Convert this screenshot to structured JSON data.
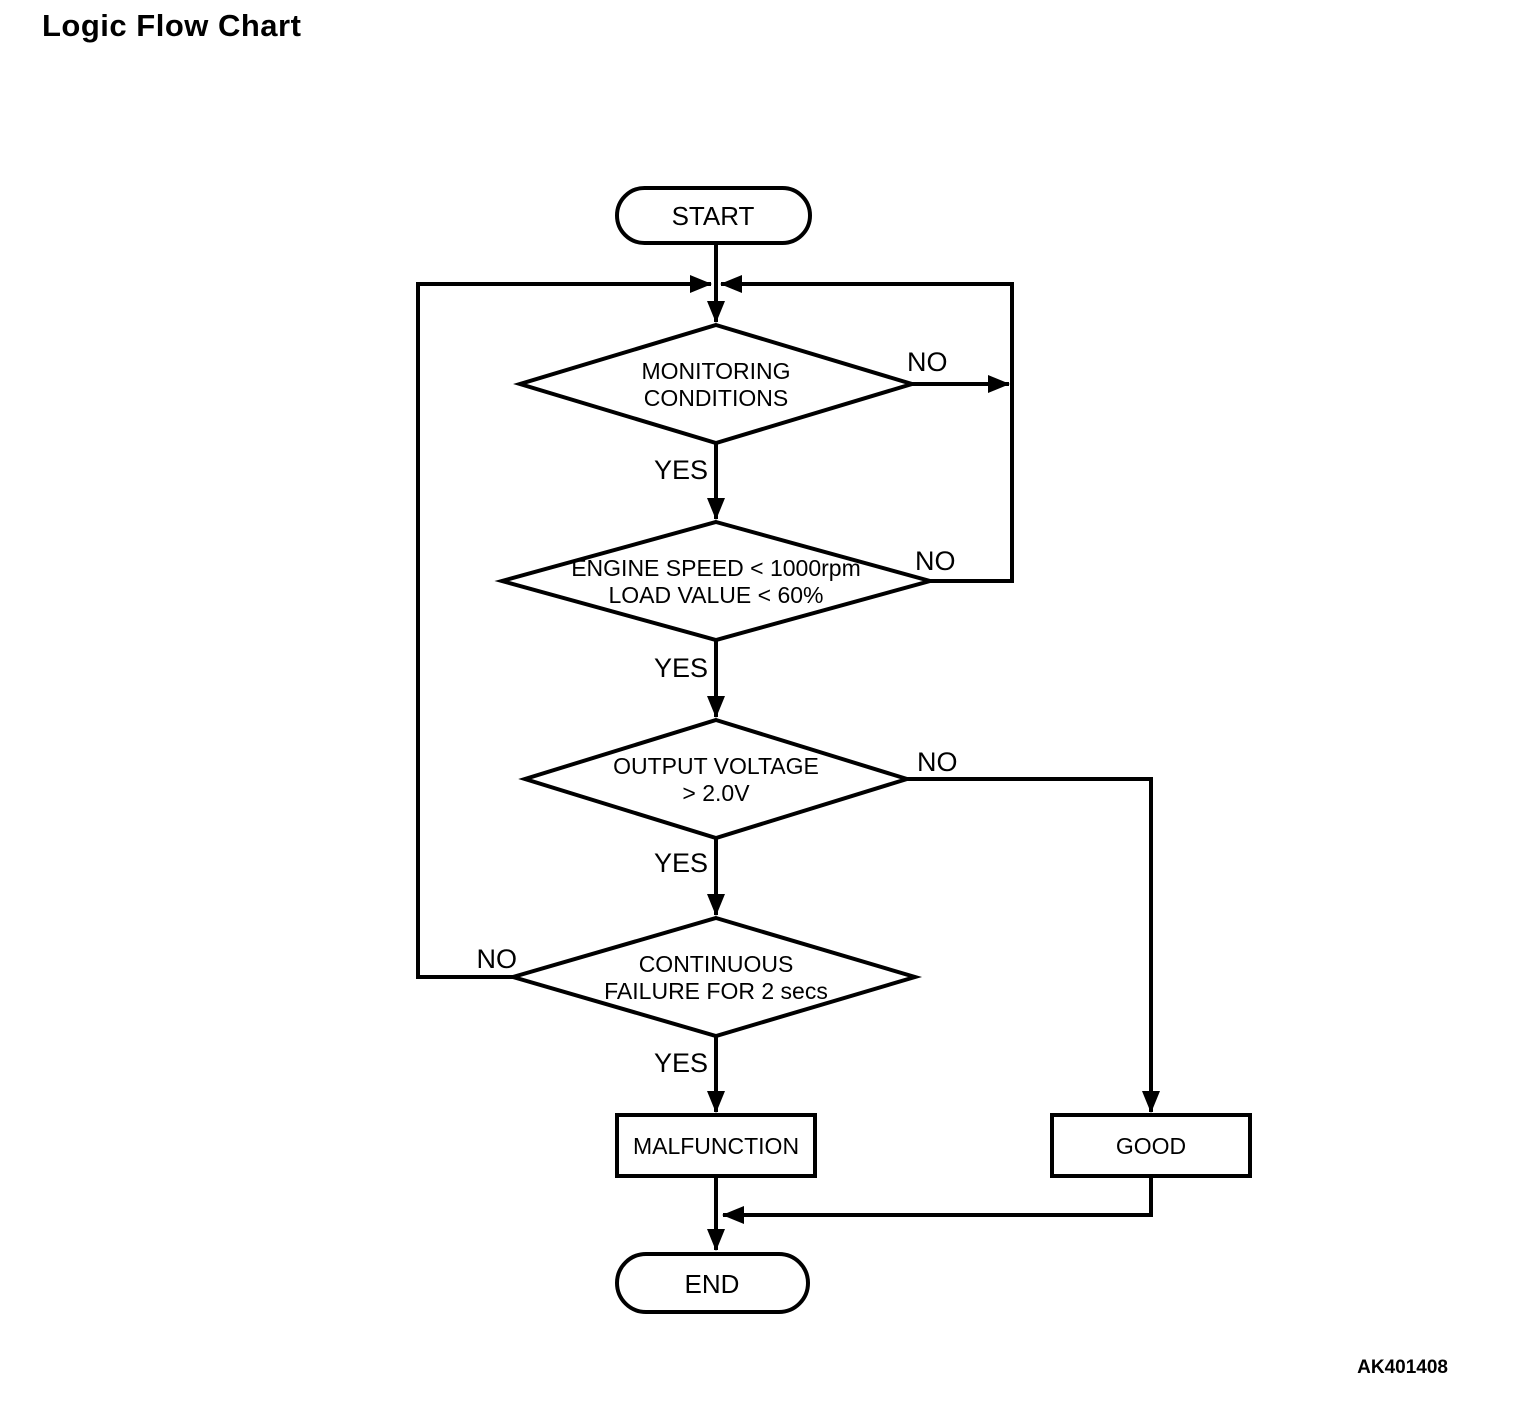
{
  "page": {
    "title": "Logic Flow Chart",
    "figure_code": "AK401408"
  },
  "nodes": {
    "start": {
      "label": "START"
    },
    "monitoring_conditions": {
      "line1": "MONITORING",
      "line2": "CONDITIONS"
    },
    "engine_speed_load": {
      "line1": "ENGINE SPEED < 1000rpm",
      "line2": "LOAD VALUE < 60%"
    },
    "output_voltage": {
      "line1": "OUTPUT VOLTAGE",
      "line2": "> 2.0V"
    },
    "continuous_failure": {
      "line1": "CONTINUOUS",
      "line2": "FAILURE FOR 2 secs"
    },
    "malfunction": {
      "label": "MALFUNCTION"
    },
    "good": {
      "label": "GOOD"
    },
    "end": {
      "label": "END"
    }
  },
  "edge_labels": {
    "monitoring_yes": "YES",
    "monitoring_no": "NO",
    "engine_yes": "YES",
    "engine_no": "NO",
    "voltage_yes": "YES",
    "voltage_no": "NO",
    "failure_yes": "YES",
    "failure_no": "NO"
  },
  "edges": [
    {
      "from": "START",
      "to": "MONITORING CONDITIONS",
      "label": ""
    },
    {
      "from": "MONITORING CONDITIONS",
      "to": "ENGINE SPEED < 1000rpm / LOAD VALUE < 60%",
      "label": "YES"
    },
    {
      "from": "MONITORING CONDITIONS",
      "to": "loop back above MONITORING CONDITIONS",
      "label": "NO"
    },
    {
      "from": "ENGINE SPEED < 1000rpm / LOAD VALUE < 60%",
      "to": "OUTPUT VOLTAGE > 2.0V",
      "label": "YES"
    },
    {
      "from": "ENGINE SPEED < 1000rpm / LOAD VALUE < 60%",
      "to": "loop back above MONITORING CONDITIONS",
      "label": "NO"
    },
    {
      "from": "OUTPUT VOLTAGE > 2.0V",
      "to": "CONTINUOUS FAILURE FOR 2 secs",
      "label": "YES"
    },
    {
      "from": "OUTPUT VOLTAGE > 2.0V",
      "to": "GOOD",
      "label": "NO"
    },
    {
      "from": "CONTINUOUS FAILURE FOR 2 secs",
      "to": "MALFUNCTION",
      "label": "YES"
    },
    {
      "from": "CONTINUOUS FAILURE FOR 2 secs",
      "to": "loop back above MONITORING CONDITIONS",
      "label": "NO"
    },
    {
      "from": "MALFUNCTION",
      "to": "END",
      "label": ""
    },
    {
      "from": "GOOD",
      "to": "END",
      "label": ""
    }
  ],
  "colors": {
    "line": "#000000",
    "background": "#ffffff",
    "text": "#000000"
  }
}
